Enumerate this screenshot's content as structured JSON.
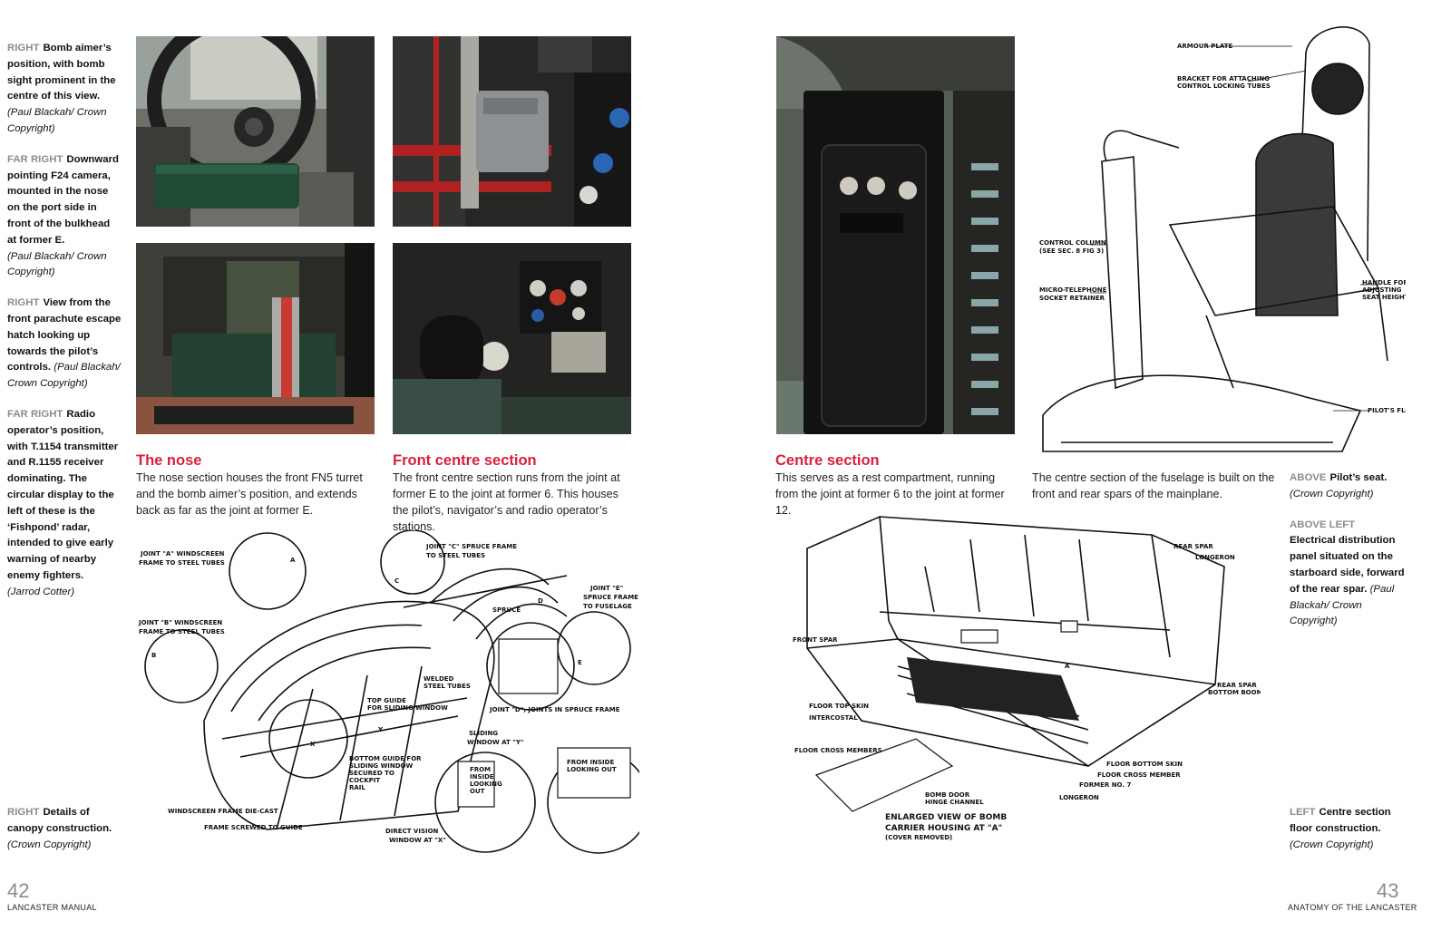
{
  "captions_left": [
    {
      "tag": "RIGHT",
      "text": "Bomb aimer’s position, with bomb sight prominent in the centre of this view.",
      "credit": "(Paul Blackah/ Crown Copyright)"
    },
    {
      "tag": "FAR RIGHT",
      "text": "Downward pointing F24 camera, mounted in the nose on the port side in front of the bulkhead at former E.",
      "credit": "(Paul Blackah/ Crown Copyright)"
    },
    {
      "tag": "RIGHT",
      "text": "View from the front parachute escape hatch looking up towards the pilot’s controls.",
      "credit": "(Paul Blackah/ Crown Copyright)"
    },
    {
      "tag": "FAR RIGHT",
      "text": "Radio operator’s position, with T.1154 transmitter and R.1155 receiver dominating. The circular display to the left of these is the ‘Fishpond’ radar, intended to give early warning of nearby enemy fighters.",
      "credit": "(Jarrod Cotter)"
    }
  ],
  "caption_bottom_left": {
    "tag": "RIGHT",
    "text": "Details of canopy construction.",
    "credit": "(Crown Copyright)"
  },
  "sections": {
    "nose": {
      "heading": "The nose",
      "body": "The nose section houses the front FN5 turret and the bomb aimer’s position, and extends back as far as the joint at former E."
    },
    "front_centre": {
      "heading": "Front centre section",
      "body": "The front centre section runs from the joint at former E to the joint at former 6. This houses the pilot’s, navigator’s and radio operator’s stations."
    },
    "centre": {
      "heading": "Centre section",
      "body": "This serves as a rest compartment, running from the joint at former 6 to the joint at former 12."
    },
    "centre_cont": {
      "body": "The centre section of the fuselage is built on the front and rear spars of the mainplane."
    }
  },
  "captions_right": [
    {
      "tag": "ABOVE",
      "text": "Pilot’s seat.",
      "credit": "(Crown Copyright)"
    },
    {
      "tag": "ABOVE LEFT",
      "text": "Electrical distribution panel situated on the starboard side, forward of the rear spar.",
      "credit": "(Paul Blackah/ Crown Copyright)"
    }
  ],
  "caption_bottom_right": {
    "tag": "LEFT",
    "text": "Centre section floor construction.",
    "credit": "(Crown Copyright)"
  },
  "footer": {
    "left_page": "42",
    "left_title": "LANCASTER MANUAL",
    "right_page": "43",
    "right_title": "ANATOMY OF THE LANCASTER"
  },
  "canopy_labels": {
    "a": "JOINT \"A\" WINDSCREEN",
    "a2": "FRAME TO STEEL TUBES",
    "b": "JOINT \"B\" WINDSCREEN",
    "b2": "FRAME TO STEEL TUBES",
    "c": "JOINT \"C\" SPRUCE FRAME",
    "c2": "TO STEEL TUBES",
    "e": "JOINT \"E\"",
    "e2": "SPRUCE FRAME",
    "e3": "TO FUSELAGE",
    "welded": "WELDED",
    "welded2": "STEEL TUBES",
    "top_guide": "TOP GUIDE",
    "top_guide2": "FOR SLIDING WINDOW",
    "d": "JOINT \"D\", JOINTS IN SPRUCE FRAME",
    "sliding": "SLIDING",
    "sliding2": "WINDOW AT \"Y\"",
    "bottom_guide": "BOTTOM GUIDE FOR",
    "bottom_guide2": "SLIDING WINDOW",
    "bottom_guide3": "SECURED TO",
    "bottom_guide4": "COCKPIT",
    "bottom_guide5": "RAIL",
    "ws_frame": "WINDSCREEN FRAME DIE-CAST",
    "frame_screwed": "FRAME SCREWED TO GUIDE",
    "direct": "DIRECT VISION",
    "direct2": "WINDOW AT \"X\"",
    "from_inside": "FROM INSIDE",
    "from_inside2": "LOOKING OUT",
    "from_inside_b": "FROM",
    "from_inside_b2": "INSIDE",
    "from_inside_b3": "LOOKING",
    "from_inside_b4": "OUT",
    "spruce": "SPRUCE",
    "la": "A",
    "lb": "B",
    "lc": "C",
    "ld": "D",
    "le": "E",
    "lx": "X",
    "ly": "Y"
  },
  "seat_labels": {
    "armour": "ARMOUR PLATE",
    "bracket": "BRACKET FOR ATTACHING",
    "bracket2": "CONTROL LOCKING TUBES",
    "column": "CONTROL COLUMN",
    "column2": "(SEE SEC. 8 FIG 3)",
    "micro": "MICRO-TELEPHONE",
    "micro2": "SOCKET RETAINER",
    "handle": "HANDLE FOR",
    "handle2": "ADJUSTING",
    "handle3": "SEAT HEIGHT",
    "floor": "PILOT'S FLOOR"
  },
  "floor_labels": {
    "rear_spar": "REAR SPAR",
    "longeron": "LONGERON",
    "front_spar": "FRONT SPAR",
    "rear_spar_boom": "REAR SPAR",
    "rear_spar_boom2": "BOTTOM BOOM",
    "floor_top": "FLOOR TOP SKIN",
    "intercostal": "INTERCOSTAL",
    "cross": "FLOOR CROSS MEMBERS",
    "bottom_skin": "FLOOR BOTTOM SKIN",
    "cross2": "FLOOR CROSS MEMBER",
    "former": "FORMER NO. 7",
    "bomb_door": "BOMB DOOR",
    "bomb_door2": "HINGE CHANNEL",
    "longeron2": "LONGERON",
    "marker_a": "A",
    "enlarged": "ENLARGED VIEW OF BOMB",
    "enlarged2": "CARRIER HOUSING AT \"A\"",
    "enlarged3": "(COVER REMOVED)"
  }
}
